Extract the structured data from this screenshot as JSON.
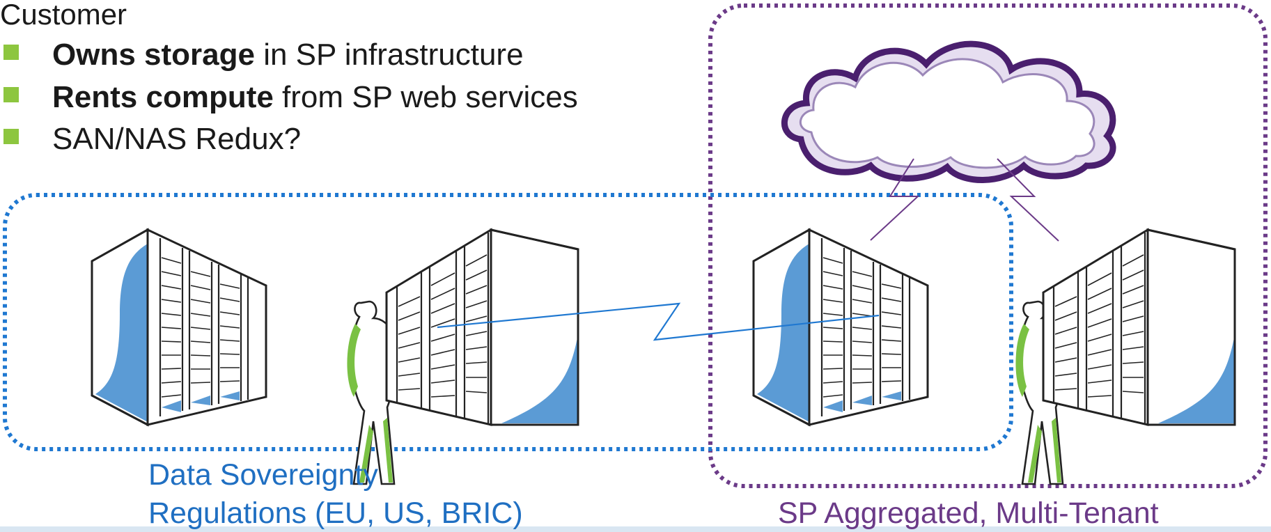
{
  "heading": "Customer",
  "bullets": [
    {
      "bold": "Owns storage",
      "rest": " in SP infrastructure"
    },
    {
      "bold": "Rents compute",
      "rest": " from SP web services"
    },
    {
      "bold": "",
      "rest": "SAN/NAS Redux?"
    }
  ],
  "captions": {
    "sovereignty_line1": "Data Sovereignty",
    "sovereignty_line2": "Regulations (EU, US, BRIC)",
    "sp": "SP Aggregated, Multi-Tenant"
  },
  "colors": {
    "bullet": "#8dc63f",
    "blue_region": "#1f78d1",
    "purple_region": "#6b3a88",
    "rack_fill": "#5b9bd5",
    "person_accent": "#7ac143"
  }
}
